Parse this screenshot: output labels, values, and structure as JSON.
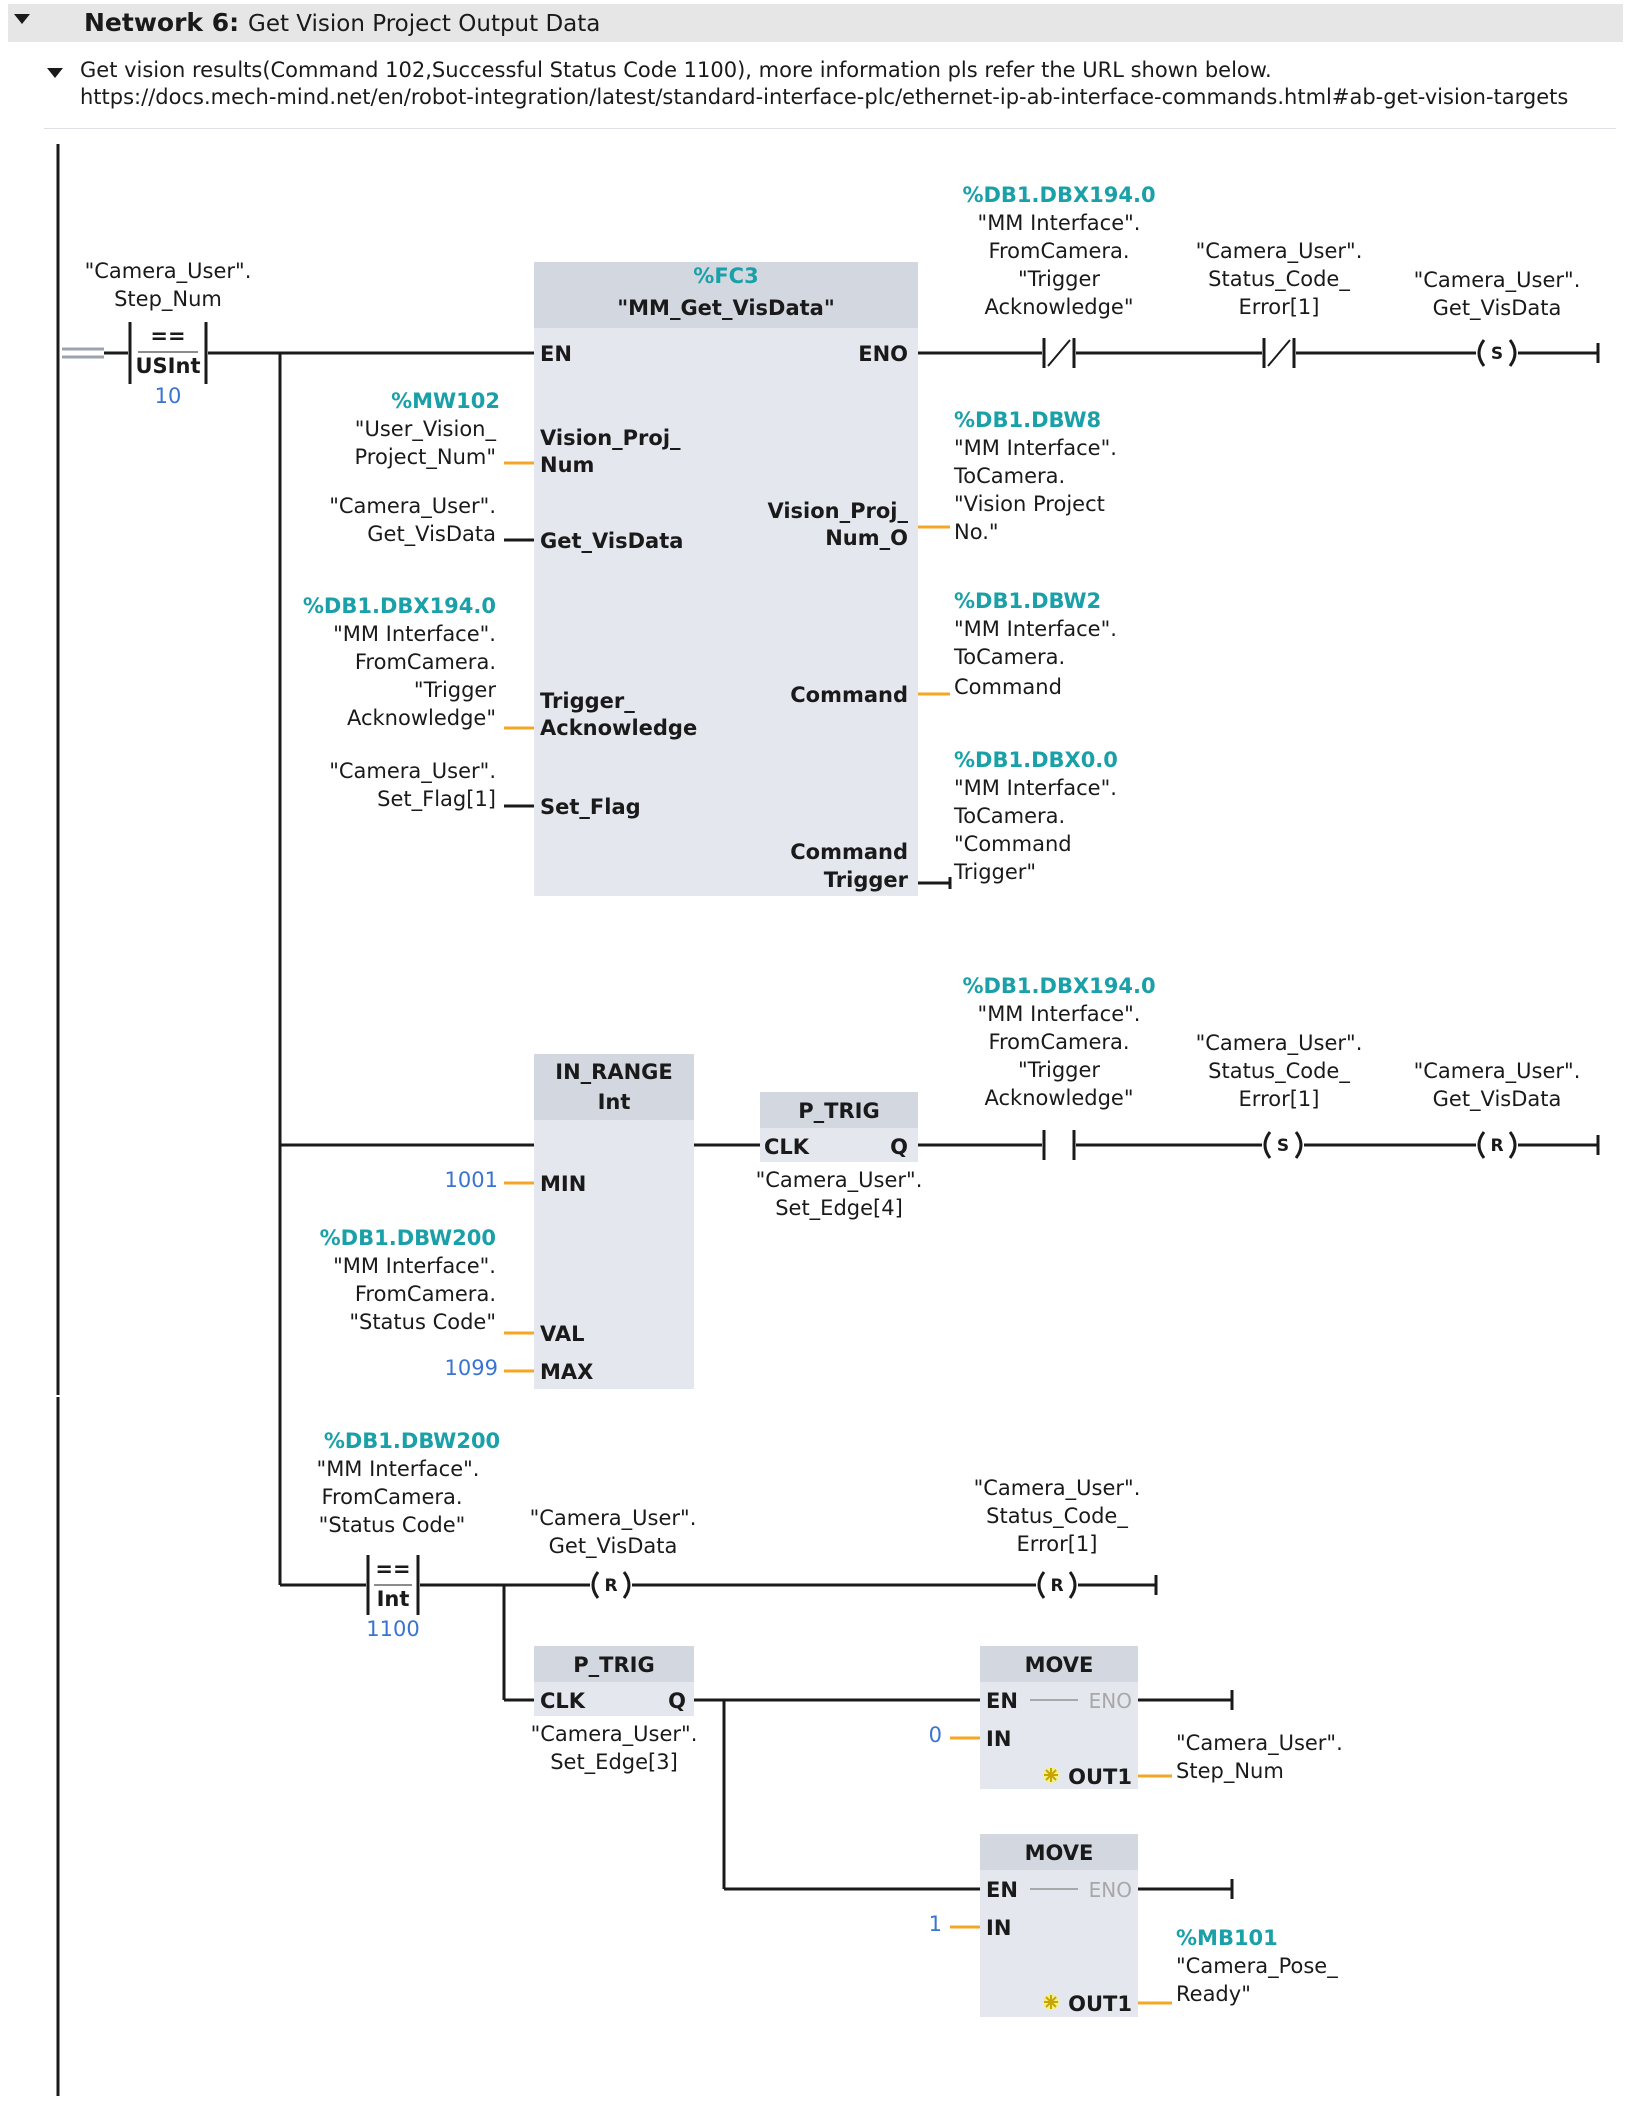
{
  "network": {
    "label": "Network 6:",
    "title": "Get Vision Project Output Data",
    "comment_line1": "Get vision results(Command 102,Successful Status Code 1100), more information pls refer the URL shown below.",
    "comment_line2": "https://docs.mech-mind.net/en/robot-integration/latest/standard-interface-plc/ethernet-ip-ab-interface-commands.html#ab-get-vision-targets"
  },
  "rung1": {
    "cmp_tag": [
      "\"Camera_User\".",
      "Step_Num"
    ],
    "cmp_op": "==",
    "cmp_type": "USInt",
    "cmp_value": "10",
    "fc": {
      "addr": "%FC3",
      "name": "\"MM_Get_VisData\"",
      "en": "EN",
      "eno": "ENO",
      "in1": [
        "Vision_Proj_",
        "Num"
      ],
      "in2": "Get_VisData",
      "in3": [
        "Trigger_",
        "Acknowledge"
      ],
      "in4": "Set_Flag",
      "out1": [
        "Vision_Proj_",
        "Num_O"
      ],
      "out2": "Command",
      "out3": [
        "Command",
        "Trigger"
      ]
    },
    "in1_addr": "%MW102",
    "in1_tag": [
      "\"User_Vision_",
      "Project_Num\""
    ],
    "in2_tag": [
      "\"Camera_User\".",
      "Get_VisData"
    ],
    "in3_addr": "%DB1.DBX194.0",
    "in3_tag": [
      "\"MM Interface\".",
      "FromCamera.",
      "\"Trigger",
      "Acknowledge\""
    ],
    "in4_tag": [
      "\"Camera_User\".",
      "Set_Flag[1]"
    ],
    "out1_addr": "%DB1.DBW8",
    "out1_tag": [
      "\"MM Interface\".",
      "ToCamera.",
      "\"Vision Project",
      "No.\""
    ],
    "out2_addr": "%DB1.DBW2",
    "out2_tag": [
      "\"MM Interface\".",
      "ToCamera.",
      "Command"
    ],
    "out3_addr": "%DB1.DBX0.0",
    "out3_tag": [
      "\"MM Interface\".",
      "ToCamera.",
      "\"Command",
      "Trigger\""
    ],
    "nc1_addr": "%DB1.DBX194.0",
    "nc1_tag": [
      "\"MM Interface\".",
      "FromCamera.",
      "\"Trigger",
      "Acknowledge\""
    ],
    "nc2_tag": [
      "\"Camera_User\".",
      "Status_Code_",
      "Error[1]"
    ],
    "coil_tag": [
      "\"Camera_User\".",
      "Get_VisData"
    ],
    "coil_type": "S"
  },
  "rung2": {
    "inrange": {
      "name": "IN_RANGE",
      "type": "Int",
      "min": "MIN",
      "val": "VAL",
      "max": "MAX"
    },
    "min_value": "1001",
    "max_value": "1099",
    "val_addr": "%DB1.DBW200",
    "val_tag": [
      "\"MM Interface\".",
      "FromCamera.",
      "\"Status Code\""
    ],
    "ptrig": {
      "name": "P_TRIG",
      "clk": "CLK",
      "q": "Q"
    },
    "ptrig_tag": [
      "\"Camera_User\".",
      "Set_Edge[4]"
    ],
    "no_addr": "%DB1.DBX194.0",
    "no_tag": [
      "\"MM Interface\".",
      "FromCamera.",
      "\"Trigger",
      "Acknowledge\""
    ],
    "coil1_tag": [
      "\"Camera_User\".",
      "Status_Code_",
      "Error[1]"
    ],
    "coil1_type": "S",
    "coil2_tag": [
      "\"Camera_User\".",
      "Get_VisData"
    ],
    "coil2_type": "R"
  },
  "rung3": {
    "cmp_addr": "%DB1.DBW200",
    "cmp_tag": [
      "\"MM Interface\".",
      "FromCamera.",
      "\"Status Code\""
    ],
    "cmp_op": "==",
    "cmp_type": "Int",
    "cmp_value": "1100",
    "coil1_tag": [
      "\"Camera_User\".",
      "Get_VisData"
    ],
    "coil1_type": "R",
    "coil2_tag": [
      "\"Camera_User\".",
      "Status_Code_",
      "Error[1]"
    ],
    "coil2_type": "R",
    "ptrig": {
      "name": "P_TRIG",
      "clk": "CLK",
      "q": "Q"
    },
    "ptrig_tag": [
      "\"Camera_User\".",
      "Set_Edge[3]"
    ],
    "move1": {
      "name": "MOVE",
      "en": "EN",
      "eno": "ENO",
      "in": "IN",
      "out": "OUT1"
    },
    "move1_in": "0",
    "move1_out_tag": [
      "\"Camera_User\".",
      "Step_Num"
    ],
    "move2": {
      "name": "MOVE",
      "en": "EN",
      "eno": "ENO",
      "in": "IN",
      "out": "OUT1"
    },
    "move2_in": "1",
    "move2_out_addr": "%MB101",
    "move2_out_tag": [
      "\"Camera_Pose_",
      "Ready\""
    ]
  },
  "colors": {
    "address": "#1aa0a8",
    "constant": "#3a74d0",
    "param_line": "#f5a623",
    "block_fill": "#e4e7ee",
    "block_header": "#d3d7df"
  },
  "icons": [
    "collapse-triangle-icon",
    "expand-triangle-icon",
    "asterisk-output-icon"
  ]
}
